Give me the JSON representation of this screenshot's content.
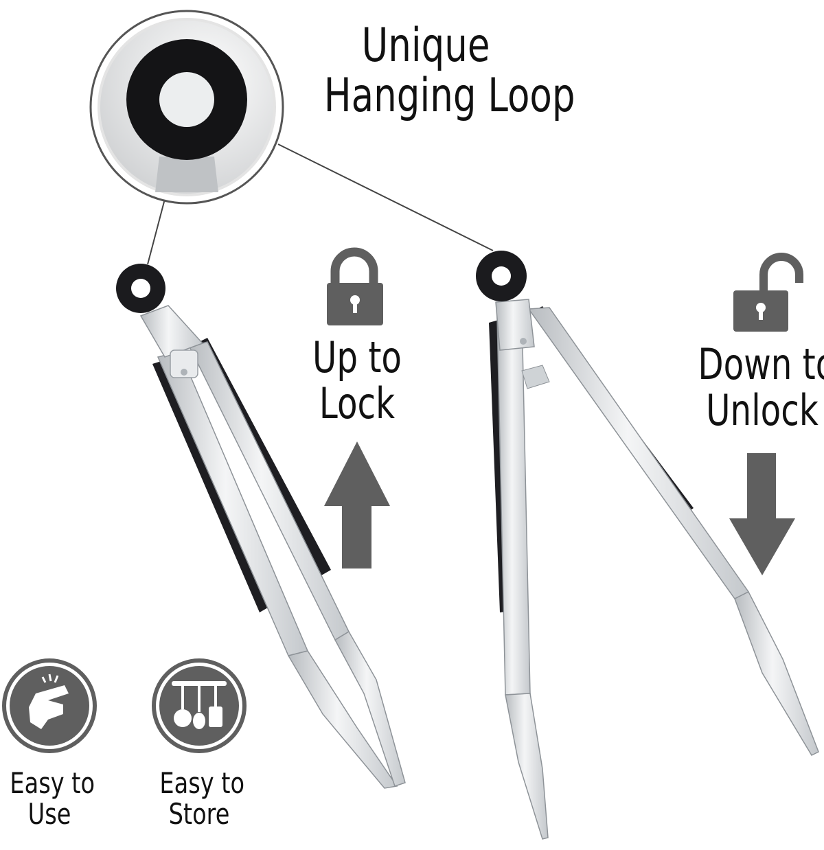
{
  "callout": {
    "line1": "Unique",
    "line2": "Hanging Loop"
  },
  "lock_label": {
    "line1": "Up to",
    "line2": "Lock"
  },
  "unlock_label": {
    "line1": "Down to",
    "line2": "Unlock"
  },
  "features": [
    {
      "line1": "Easy to",
      "line2": "Use",
      "icon": "hand-tap-icon"
    },
    {
      "line1": "Easy to",
      "line2": "Store",
      "icon": "utensil-rack-icon"
    }
  ],
  "colors": {
    "icon_gray": "#5f5f5f",
    "text": "#111111",
    "steel": "#d9dcdf",
    "grip": "#1e1e22"
  }
}
